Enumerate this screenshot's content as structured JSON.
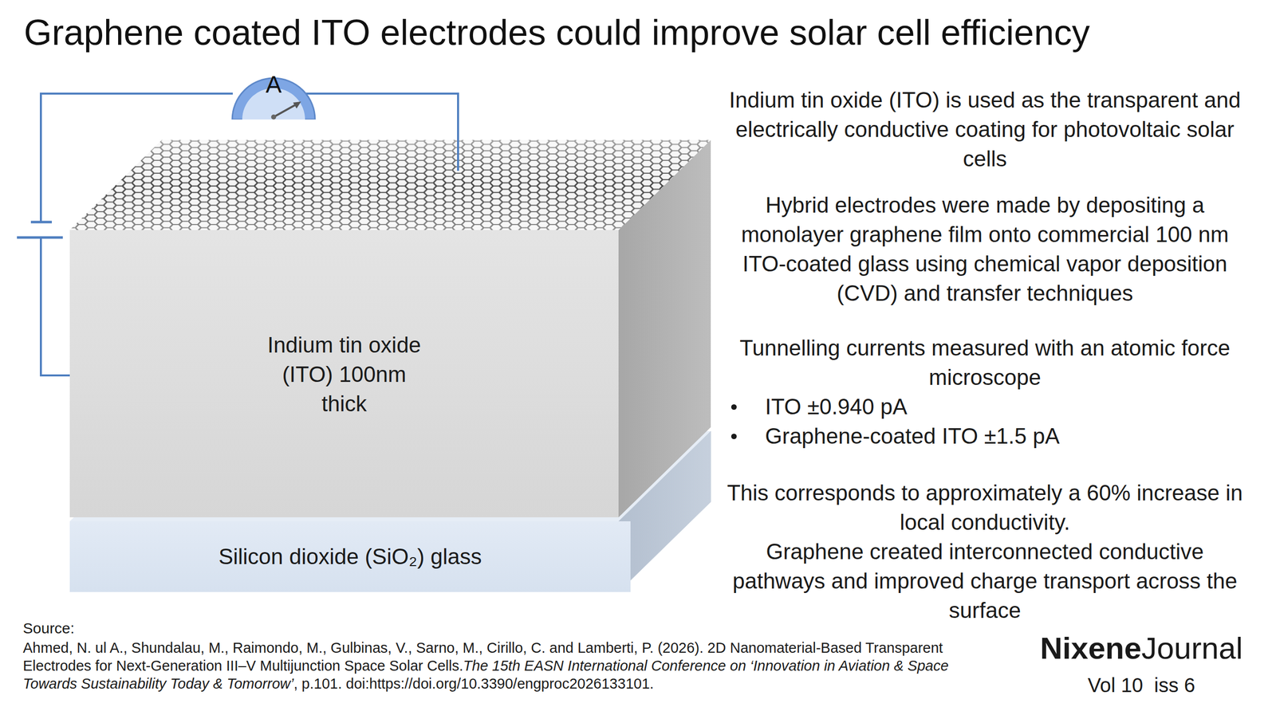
{
  "diagram": {
    "title": "Graphene coated ITO electrodes could improve solar cell efficiency",
    "nodes": [
      {
        "text": [
          "A"
        ]
      },
      {
        "text": [
          "Indium tin oxide (ITO) 100nm thick"
        ]
      },
      {
        "text": [
          "Silicon dioxide (SiO₂) glass"
        ]
      }
    ],
    "edges": [
      {
        "from": 0,
        "to": 1,
        "arrow": "none"
      }
    ],
    "labels": [
      "Indium tin oxide (ITO) is used as the transparent and electrically conductive coating for photovoltaic solar cells",
      "Hybrid electrodes were made by depositing a monolayer graphene film onto commercial 100 nm ITO-coated glass using chemical vapor deposition (CVD) and transfer techniques",
      "Tunnelling currents measured with an atomic force microscope",
      "ITO ±0.940 pA",
      "Graphene-coated ITO ±1.5 pA",
      "This corresponds to approximately a 60% increase in local conductivity.",
      "Graphene created interconnected conductive pathways and improved charge transport across the surface",
      "Source:",
      "Ahmed, N. ul A., Shundalau, M., Raimondo, M., Gulbinas, V., Sarno, M., Cirillo, C. and Lamberti, P. (2026). 2D Nanomaterial-Based Transparent Electrodes for Next-Generation III–V Multijunction Space Solar Cells.",
      "The 15th EASN International Conference on ‘Innovation in Aviation & Space Towards Sustainability Today & Tomorrow’",
      ", p.101. doi:https://doi.org/10.3390/engproc2026133101.",
      "Nixene",
      "Journal",
      "Vol 10  iss 6"
    ]
  }
}
